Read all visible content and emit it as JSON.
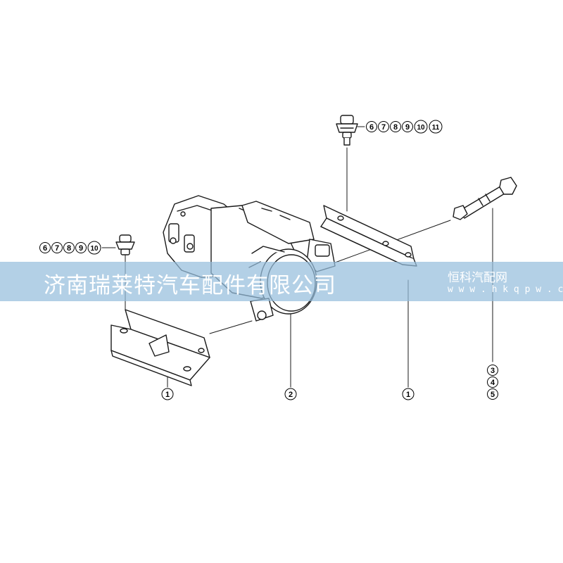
{
  "callouts": {
    "nut_left_group": [
      "6",
      "7",
      "8",
      "9",
      "10"
    ],
    "nut_right_group": [
      "6",
      "7",
      "8",
      "9",
      "10",
      "11"
    ],
    "bracket_left": "1",
    "compressor": "2",
    "bracket_right": "1",
    "bolt_group": [
      "3",
      "4",
      "5"
    ]
  },
  "watermark": {
    "company": "济南瑞莱特汽车配件有限公司",
    "site_name": "恒科汽配网",
    "site_url": "w w w . h k q p w . c n"
  },
  "colors": {
    "line": "#1a1a1a",
    "banner": "#96bedc",
    "banner_text": "#ffffff"
  }
}
